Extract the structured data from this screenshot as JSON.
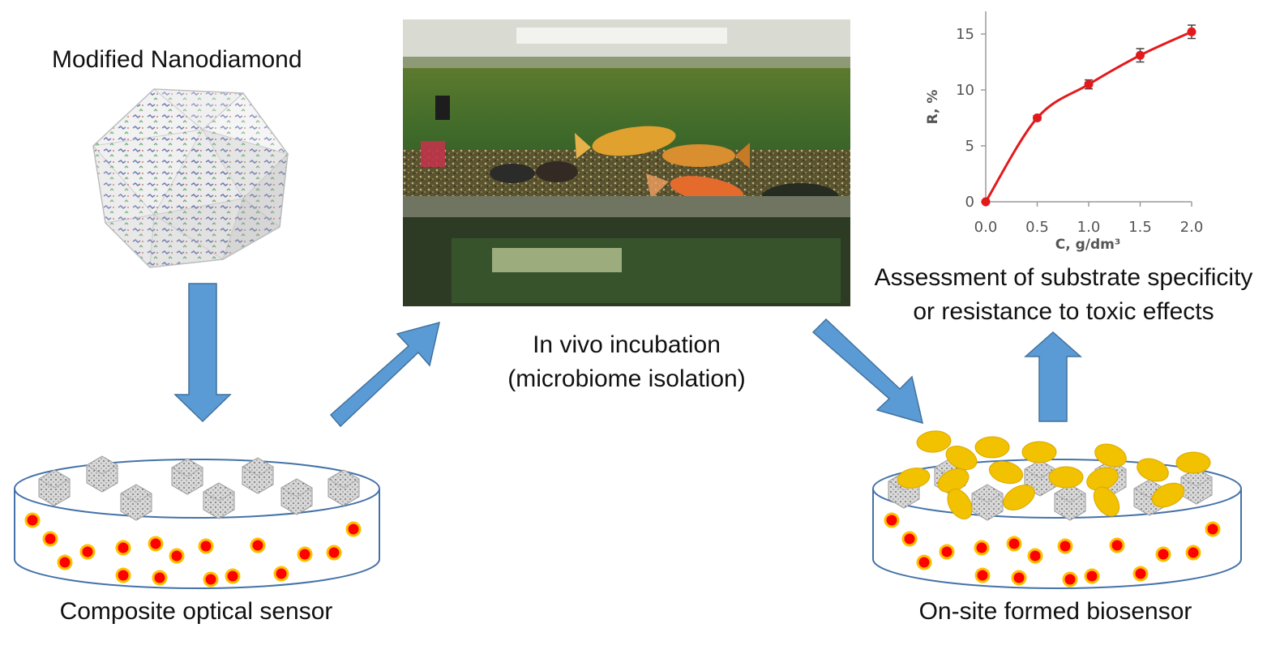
{
  "labels": {
    "nanodiamond": "Modified Nanodiamond",
    "incubation_line1": "In vivo incubation",
    "incubation_line2": "(microbiome isolation)",
    "assessment_line1": "Assessment of substrate specificity",
    "assessment_line2": "or resistance to toxic effects",
    "composite_sensor": "Composite optical sensor",
    "biosensor": "On-site formed biosensor"
  },
  "colors": {
    "arrow": "#5b9bd5",
    "arrow_stroke": "#41719c",
    "dot_fill": "#ff0000",
    "dot_ring": "#ffc000",
    "microbe": "#f2c100",
    "curve": "#e31a1c",
    "dish_stroke": "#4472a8"
  },
  "icons": {
    "nanodiamond": "icosahedron-particle-icon",
    "arrows": "block-arrow-icon",
    "dish": "petri-dish-icon"
  },
  "chart_data": {
    "type": "line",
    "x": [
      0.0,
      0.5,
      1.0,
      1.5,
      2.0
    ],
    "y": [
      0,
      7.5,
      10.5,
      13.1,
      15.2
    ],
    "y_err": [
      0,
      0.2,
      0.4,
      0.6,
      0.6
    ],
    "x_ticks": [
      "0.0",
      "0.5",
      "1.0",
      "1.5",
      "2.0"
    ],
    "y_ticks": [
      "0",
      "5",
      "10",
      "15"
    ],
    "xlabel": "C, g/dm³",
    "ylabel": "R, %",
    "xlim": [
      0,
      2.0
    ],
    "ylim": [
      0,
      15
    ],
    "grid": false,
    "smooth": true
  }
}
